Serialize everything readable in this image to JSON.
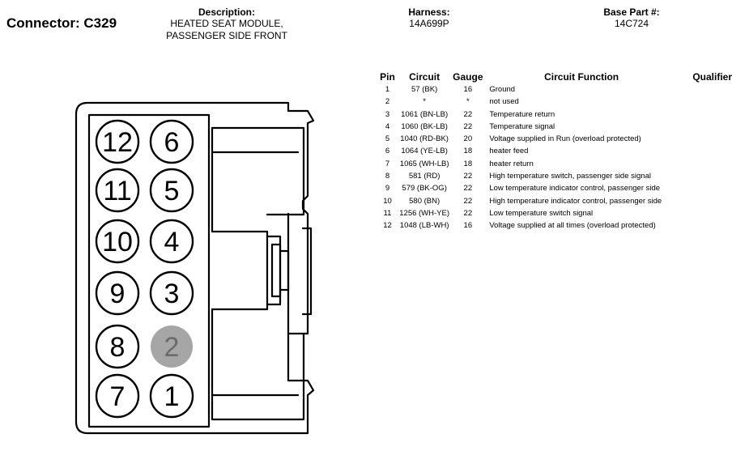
{
  "header": {
    "connector": "Connector: C329",
    "description_label": "Description:",
    "description_lines": [
      "HEATED SEAT MODULE,",
      "PASSENGER SIDE FRONT"
    ],
    "harness_label": "Harness:",
    "harness_value": "14A699P",
    "base_part_label": "Base Part #:",
    "base_part_value": "14C724"
  },
  "table": {
    "headers": {
      "pin": "Pin",
      "circuit": "Circuit",
      "gauge": "Gauge",
      "function": "Circuit Function",
      "qualifier": "Qualifier"
    },
    "rows": [
      {
        "pin": "1",
        "circuit": "57 (BK)",
        "gauge": "16",
        "function": "Ground",
        "qualifier": ""
      },
      {
        "pin": "2",
        "circuit": "*",
        "gauge": "*",
        "function": "not used",
        "qualifier": ""
      },
      {
        "pin": "3",
        "circuit": "1061 (BN-LB)",
        "gauge": "22",
        "function": "Temperature return",
        "qualifier": ""
      },
      {
        "pin": "4",
        "circuit": "1060 (BK-LB)",
        "gauge": "22",
        "function": "Temperature signal",
        "qualifier": ""
      },
      {
        "pin": "5",
        "circuit": "1040 (RD-BK)",
        "gauge": "20",
        "function": "Voltage supplied in Run (overload protected)",
        "qualifier": ""
      },
      {
        "pin": "6",
        "circuit": "1064 (YE-LB)",
        "gauge": "18",
        "function": "heater feed",
        "qualifier": ""
      },
      {
        "pin": "7",
        "circuit": "1065 (WH-LB)",
        "gauge": "18",
        "function": "heater return",
        "qualifier": ""
      },
      {
        "pin": "8",
        "circuit": "581 (RD)",
        "gauge": "22",
        "function": "High temperature switch, passenger side signal",
        "qualifier": ""
      },
      {
        "pin": "9",
        "circuit": "579 (BK-OG)",
        "gauge": "22",
        "function": "Low temperature indicator control, passenger side",
        "qualifier": ""
      },
      {
        "pin": "10",
        "circuit": "580 (BN)",
        "gauge": "22",
        "function": "High temperature indicator control, passenger side",
        "qualifier": ""
      },
      {
        "pin": "11",
        "circuit": "1256 (WH-YE)",
        "gauge": "22",
        "function": "Low temperature switch signal",
        "qualifier": ""
      },
      {
        "pin": "12",
        "circuit": "1048 (LB-WH)",
        "gauge": "16",
        "function": "Voltage supplied at all times (overload protected)",
        "qualifier": ""
      }
    ]
  },
  "connector_face": {
    "pins": [
      {
        "label": "12",
        "used": true
      },
      {
        "label": "6",
        "used": true
      },
      {
        "label": "11",
        "used": true
      },
      {
        "label": "5",
        "used": true
      },
      {
        "label": "10",
        "used": true
      },
      {
        "label": "4",
        "used": true
      },
      {
        "label": "9",
        "used": true
      },
      {
        "label": "3",
        "used": true
      },
      {
        "label": "8",
        "used": true
      },
      {
        "label": "2",
        "used": false
      },
      {
        "label": "7",
        "used": true
      },
      {
        "label": "1",
        "used": true
      }
    ],
    "used_fill": "#ffffff",
    "unused_fill": "#a6a6a6",
    "unused_text": "#6b6b6b"
  }
}
